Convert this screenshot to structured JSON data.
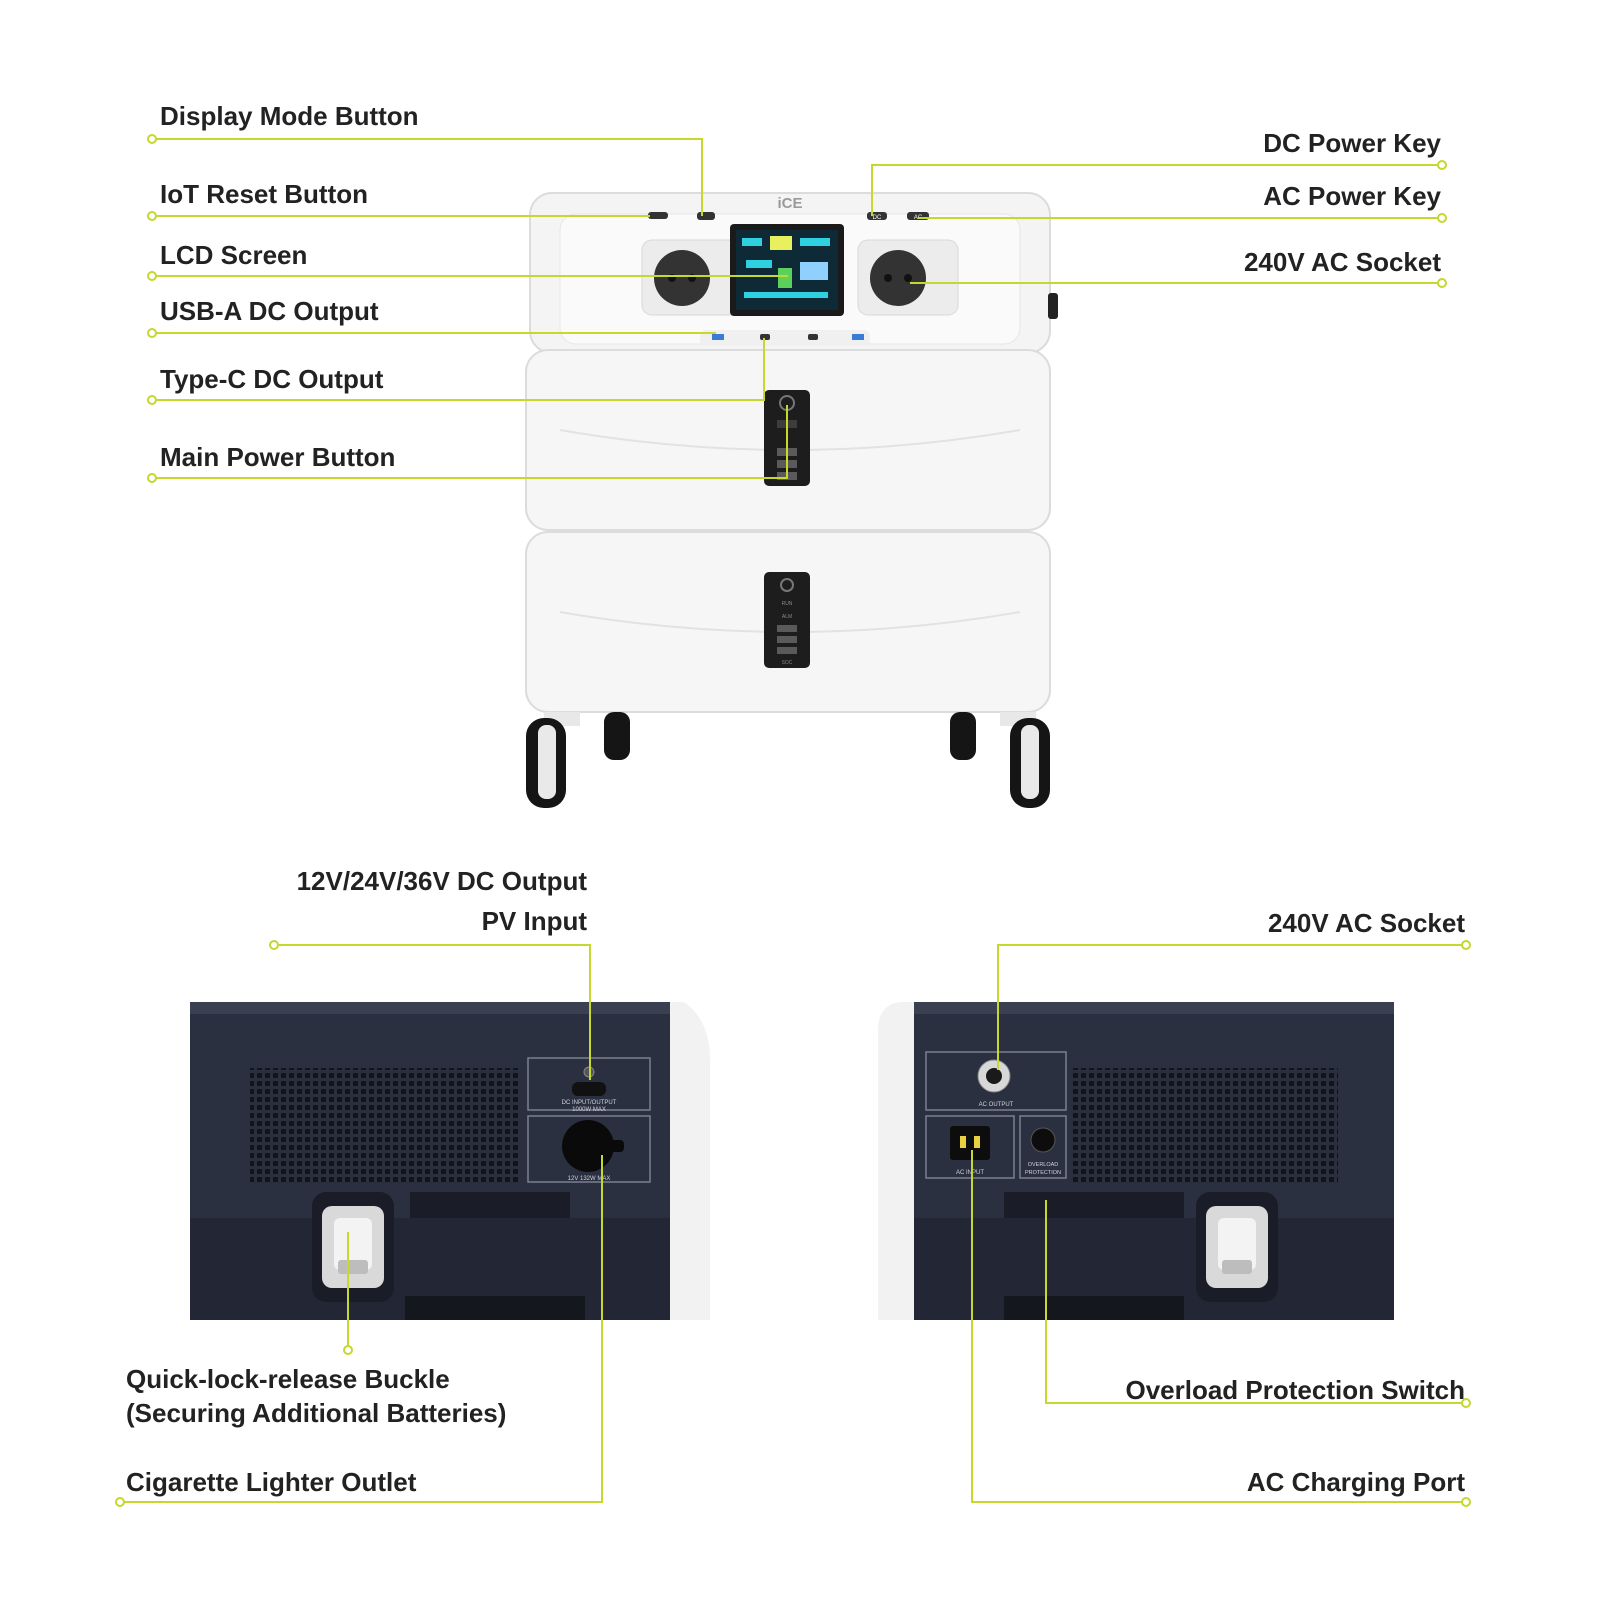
{
  "accent_color": "#c4d82e",
  "front_view": {
    "callouts_left": [
      {
        "id": "display-mode-button",
        "text": "Display Mode Button"
      },
      {
        "id": "iot-reset-button",
        "text": "IoT Reset Button"
      },
      {
        "id": "lcd-screen",
        "text": "LCD Screen"
      },
      {
        "id": "usb-a-dc-output",
        "text": "USB-A DC Output"
      },
      {
        "id": "type-c-dc-output",
        "text": "Type-C DC Output"
      },
      {
        "id": "main-power-button",
        "text": "Main Power Button"
      }
    ],
    "callouts_right": [
      {
        "id": "dc-power-key",
        "text": "DC Power Key"
      },
      {
        "id": "ac-power-key",
        "text": "AC Power Key"
      },
      {
        "id": "ac-socket-240v",
        "text": "240V AC Socket"
      }
    ],
    "device_labels": {
      "logo": "iCE",
      "port_dc": "DC",
      "port_ac": "AC",
      "battery_soc": "SOC",
      "battery_run": "RUN",
      "battery_alm": "ALM"
    }
  },
  "rear_left_view": {
    "top_callout_line1": "12V/24V/36V DC Output",
    "top_callout_line2": "PV Input",
    "buckle_callout_line1": "Quick-lock-release Buckle",
    "buckle_callout_line2": "(Securing Additional Batteries)",
    "cig_callout": "Cigarette Lighter Outlet",
    "panel_dc_label_line1": "DC INPUT/OUTPUT",
    "panel_dc_label_line2": "1000W MAX",
    "panel_cig_label": "12V 132W MAX"
  },
  "rear_right_view": {
    "top_callout": "240V AC Socket",
    "overload_callout": "Overload Protection Switch",
    "charging_callout": "AC Charging Port",
    "panel_ac_output": "AC OUTPUT",
    "panel_ac_input": "AC INPUT",
    "panel_overload_line1": "OVERLOAD",
    "panel_overload_line2": "PROTECTION"
  }
}
